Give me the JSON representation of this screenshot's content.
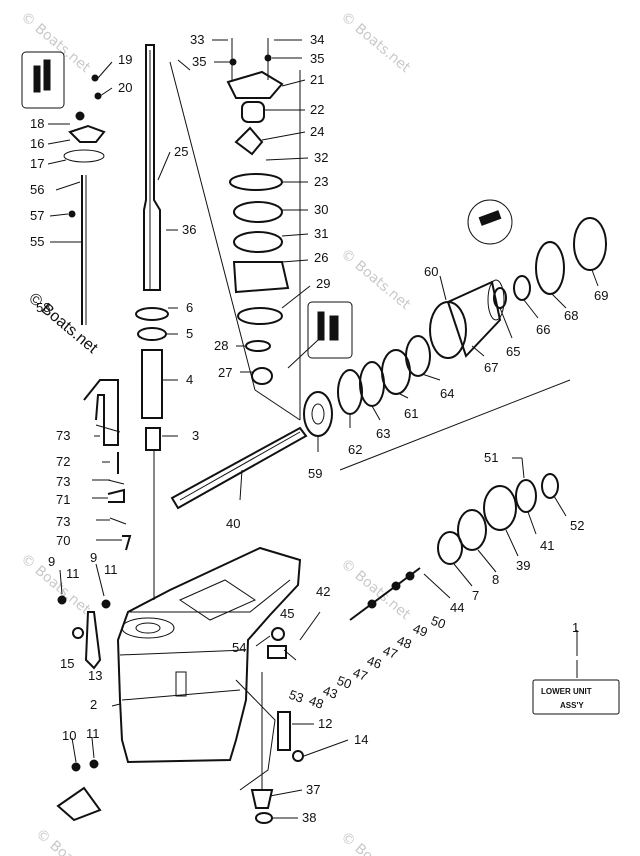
{
  "watermark": "© Boats.net",
  "side_watermark": "© Boats.net",
  "assembly_box": {
    "line1": "LOWER UNIT",
    "line2": "ASS'Y",
    "ref": "1"
  },
  "callouts": {
    "c1": "1",
    "c2": "2",
    "c3": "3",
    "c4": "4",
    "c5": "5",
    "c6": "6",
    "c7": "7",
    "c8": "8",
    "c9a": "9",
    "c9b": "9",
    "c10": "10",
    "c11a": "11",
    "c11b": "11",
    "c11c": "11",
    "c12": "12",
    "c13": "13",
    "c14": "14",
    "c15": "15",
    "c16": "16",
    "c17": "17",
    "c18": "18",
    "c19": "19",
    "c20": "20",
    "c21": "21",
    "c22": "22",
    "c23": "23",
    "c24": "24",
    "c25": "25",
    "c26": "26",
    "c27": "27",
    "c28": "28",
    "c29": "29",
    "c30": "30",
    "c31": "31",
    "c32": "32",
    "c33": "33",
    "c34": "34",
    "c35a": "35",
    "c35b": "35",
    "c36": "36",
    "c37": "37",
    "c38": "38",
    "c39": "39",
    "c40": "40",
    "c41": "41",
    "c42": "42",
    "c43": "43",
    "c44": "44",
    "c45": "45",
    "c46": "46",
    "c47a": "47",
    "c47b": "47",
    "c48a": "48",
    "c48b": "48",
    "c49": "49",
    "c50a": "50",
    "c50b": "50",
    "c51": "51",
    "c52": "52",
    "c53": "53",
    "c54": "54",
    "c55": "55",
    "c56": "56",
    "c57": "57",
    "c58": "58",
    "c59": "59",
    "c60": "60",
    "c61": "61",
    "c62": "62",
    "c63": "63",
    "c64": "64",
    "c65": "65",
    "c66": "66",
    "c67": "67",
    "c68": "68",
    "c69": "69",
    "c70": "70",
    "c71": "71",
    "c72": "72",
    "c73a": "73",
    "c73b": "73",
    "c73c": "73"
  }
}
